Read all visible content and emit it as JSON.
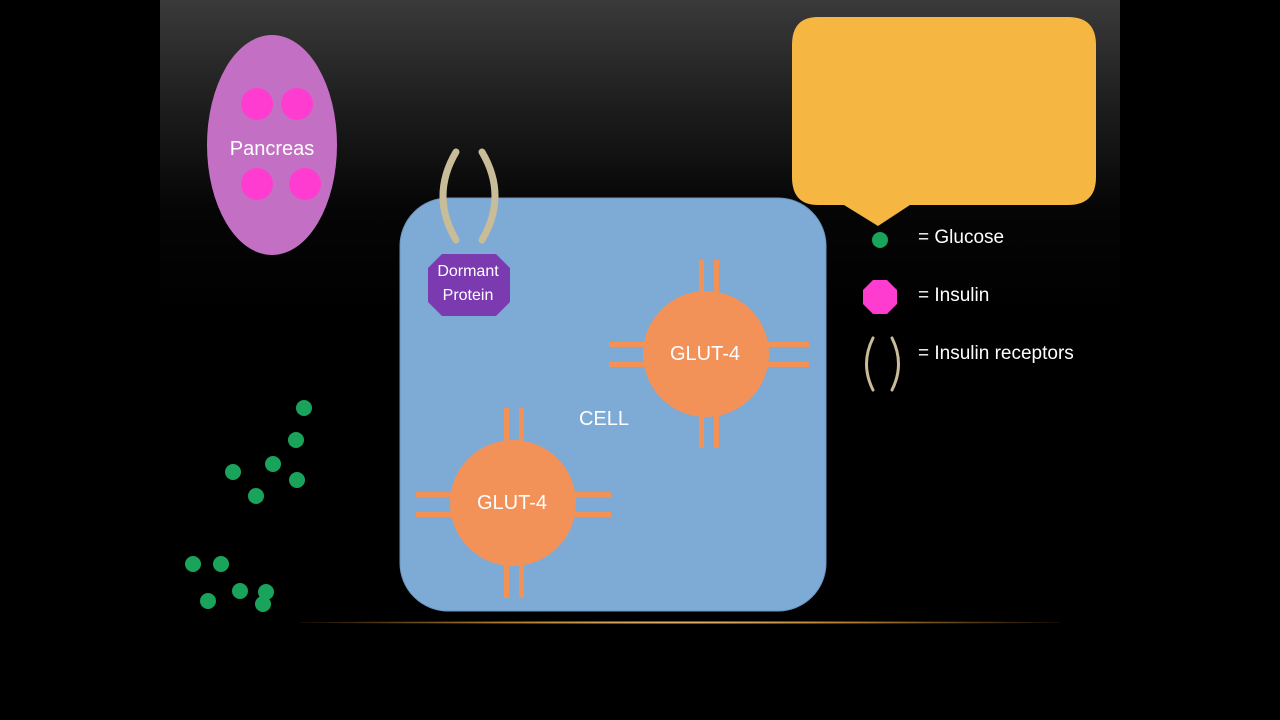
{
  "diagram": {
    "pancreas_label": "Pancreas",
    "cell_label": "CELL",
    "glut_labels": [
      "GLUT-4",
      "GLUT-4"
    ],
    "dormant_protein_label": "Dormant Protein",
    "speech_bubble_text": ""
  },
  "legend": {
    "glucose": "= Glucose",
    "insulin": "= Insulin",
    "receptors": "= Insulin receptors"
  },
  "colors": {
    "glucose": "#1aa35a",
    "insulin": "#ff3cd0",
    "pancreas": "#c370c4",
    "cell": "#7eaad6",
    "glut": "#f39258",
    "receptor": "#c9bc98",
    "dormant_protein": "#7c3ab0",
    "bubble": "#f5b642"
  },
  "icons": [
    "glucose-icon",
    "insulin-icon",
    "insulin-receptor-icon"
  ]
}
